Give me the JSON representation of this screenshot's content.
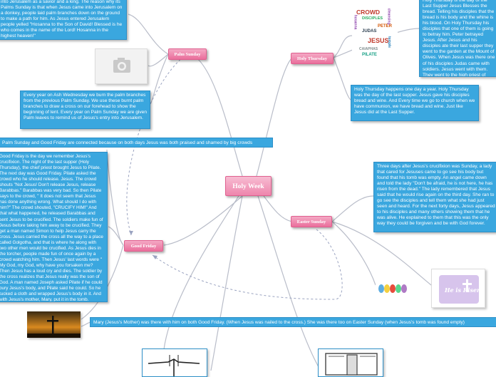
{
  "center": {
    "title": "Holy Week"
  },
  "topics": {
    "palm_sunday": "Palm Sunday",
    "holy_thursday": "Holy Thursday",
    "good_friday": "Good Friday",
    "easter_sunday": "Easter Sunday"
  },
  "notes": {
    "palm_top": "into Jerusalem as a savior and a king. The reason why its Palms Sunday is that when Jesus came into Jerusalem on a donkey, people laid palm branches down on the ground to make a path for him. As Jesus entered Jerusalem people yelled \"Hosanna to the Son of David! Blessed is he who comes in the name of the Lord! Hosanna in the highest heaven!\"",
    "ash_wednesday": "Every year on Ash Wednesday we burn the palm branches from the previous Palm Sunday. We use these burnt palm branches to draw a cross on our forehead to show the beginning of lent. Every year on Palm Sunday we are given Palm leaves to remind us of Jesus's entry into Jerusalem.",
    "connection": "Palm Sunday and Good Friday are connected because on both days Jesus was both praised and shamed by big crowds",
    "good_friday": "Good Friday is the day we remember Jesus's crucifixion. The night of the last supper (Holy Thursday), the chief priest brought Jesus to Pilate. The next day was Good Friday. Pilate asked the crowd who he should release. Jesus. The crowd shouts \"Not Jesus! Don't release Jesus, release Barabbas.\" Barabbas was very bad. So then Pilate says to the crowd, \" It does not seem that Jesus has done anything wrong. What should I do with him?\" The crowd shouted, \"CRUCIFY HIM!\" And that what happened, he released Barabbas and sent Jesus to be crucified. The soldiers make fun of Jesus before taking him away to be crucified. They get a man named Simon to help Jesus carry the cross. Jesus carried the cross all the way to a place called Golgotha, and that is where he along with two other men would be crucified. As Jesus dies in the torcher, people made fun of once again by a crowd watching him. Then Jesus' last words were \" My God, my God, why have you forsaken me? Then Jesus has a loud cry and dies. The soldier by the cross realizes that Jesus really was the son of God. A man named Joseph asked Pilate if he could bury Jesus's body, and Pilate said he could. So he tucked a cloth and wrapped Jesus's body in it. And with Jesus's mother, Mary, put it in the tomb.",
    "last_supper": "Holy Thursday is the day of the Last Supper Jesus Blesses the bread. Telling his disciples that the bread is his body and the whine is his blood. On Holy Thursday his disciples that one of them is going to betray him. Peter betrayed Jesus. After Jesus and his disciples ate their last supper they went to the garden at the Mount of Olives. When Jesus was there one of his disciples Judas came with soldiers. Jesus went with them. They went to the high priest of Jerusalem. The chief priest disagreed when everyone liked Jesus and believed he was the son of god. So the priest brought him to Pilate who was a Roman leader of the city.",
    "holy_thursday": "Holy Thursday happens one day a year. Holy Thursday was the day of the last supper. Jesus gave his disciples bread and wine. And Every time we go to church when we have communion, we have bread and wine. Just like Jesus did at the Last Supper.",
    "easter": "Three days after Jesus's crucifixion was Sunday, a lady that cared for Jesuses came to go see his body but found that his tomb was empty. An angel came down and told the lady \"Don't be afraid, he is not here, he has risen from the dead.\" The lady remembered that Jesus said that he would rise again on the third day. She ran to go see the disciples and tell them what she had just seen and heard. For the next forty days, Jesus appeared to his disciples and many others showing them that he was alive. He explained to them that this was the only way they could be forgiven and be with God forever.",
    "mary": "Mary (Jesus's Mother) was there with him on both Good Friday. (When Jesus was nailed to the cross.) She was there too on Easter Sunday (when Jesus's tomb was found empty)"
  },
  "images": {
    "word_cloud": [
      "CROWD",
      "hosanna",
      "DISCIPLES",
      "JUDAS",
      "PETER",
      "JESUS",
      "PILATE",
      "CAIAPHAS",
      "temple",
      "cleansing"
    ],
    "risen_text": "He is Risen!"
  },
  "colors": {
    "topic_pink": "#ea6f9c",
    "note_blue": "#3aa7df",
    "link_gray": "#b9bdc9",
    "dashed": "#9aa3c0"
  }
}
